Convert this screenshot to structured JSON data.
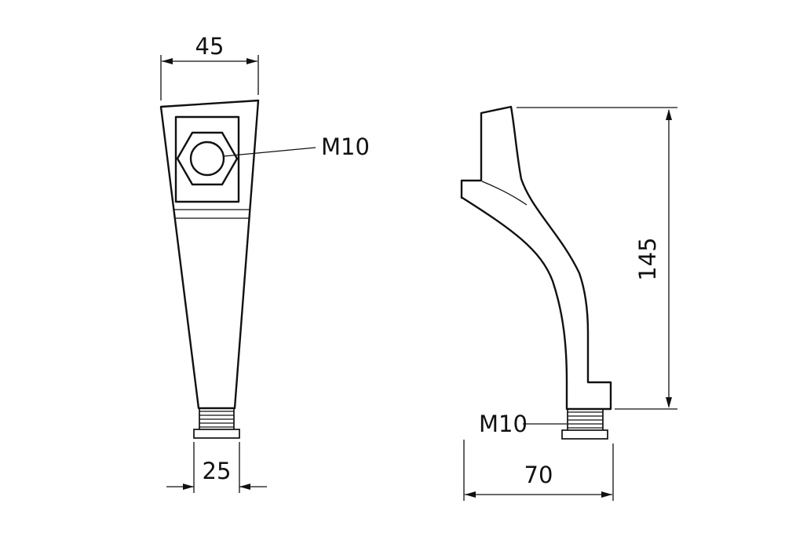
{
  "colors": {
    "ink": "#111111",
    "background": "#ffffff"
  },
  "front_view": {
    "width_dim": "45",
    "stud_width_dim": "25",
    "nut_thread_label": "M10"
  },
  "side_view": {
    "height_dim": "145",
    "depth_dim": "70",
    "stud_thread_label": "M10"
  }
}
